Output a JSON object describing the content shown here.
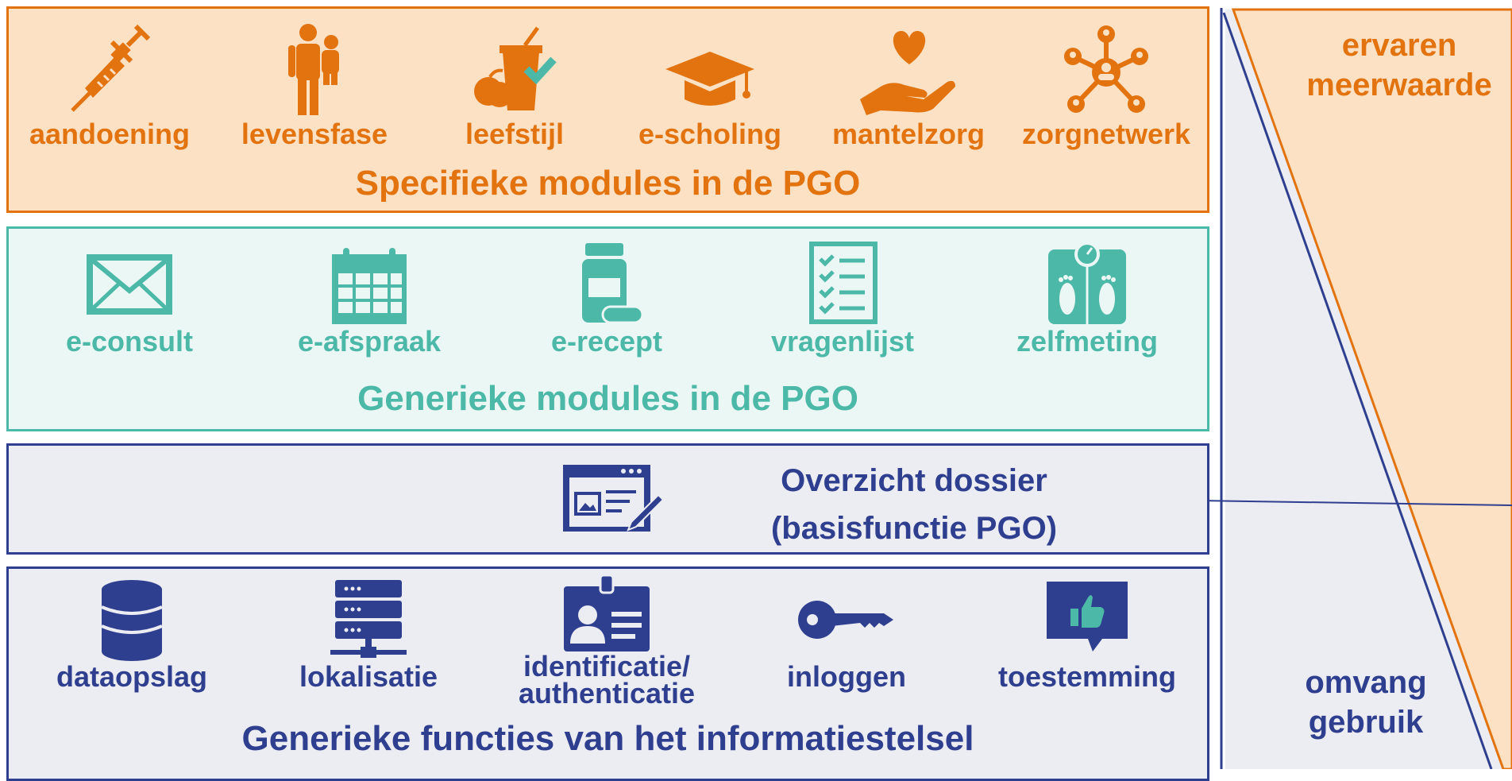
{
  "specific": {
    "title": "Specifieke modules in de PGO",
    "items": [
      {
        "label": "aandoening",
        "icon": "syringe-icon"
      },
      {
        "label": "levensfase",
        "icon": "parent-child-icon"
      },
      {
        "label": "leefstijl",
        "icon": "healthy-food-check-icon"
      },
      {
        "label": "e-scholing",
        "icon": "graduation-cap-icon"
      },
      {
        "label": "mantelzorg",
        "icon": "heart-hand-icon"
      },
      {
        "label": "zorgnetwerk",
        "icon": "network-icon"
      }
    ]
  },
  "generic": {
    "title": "Generieke modules in de PGO",
    "items": [
      {
        "label": "e-consult",
        "icon": "envelope-icon"
      },
      {
        "label": "e-afspraak",
        "icon": "calendar-icon"
      },
      {
        "label": "e-recept",
        "icon": "medicine-bottle-icon"
      },
      {
        "label": "vragenlijst",
        "icon": "checklist-icon"
      },
      {
        "label": "zelfmeting",
        "icon": "scale-icon"
      }
    ]
  },
  "overview": {
    "line1": "Overzicht dossier",
    "line2": "(basisfunctie PGO)",
    "icon": "document-edit-icon"
  },
  "functions": {
    "title": "Generieke functies van het informatiestelsel",
    "items": [
      {
        "label": "dataopslag",
        "icon": "database-icon"
      },
      {
        "label": "lokalisatie",
        "icon": "server-icon"
      },
      {
        "label": "identificatie/",
        "label2": "authenticatie",
        "icon": "id-badge-icon"
      },
      {
        "label": "inloggen",
        "icon": "key-icon"
      },
      {
        "label": "toestemming",
        "icon": "thumbs-up-bubble-icon"
      }
    ]
  },
  "side": {
    "top_line1": "ervaren",
    "top_line2": "meerwaarde",
    "bottom_line1": "omvang",
    "bottom_line2": "gebruik"
  },
  "colors": {
    "orange": "#e2730f",
    "orange_fill": "#fde1c4",
    "teal": "#4cb8a7",
    "teal_fill": "#eaf7f4",
    "navy": "#2f3f8f",
    "lavender_fill": "#ececf3"
  }
}
